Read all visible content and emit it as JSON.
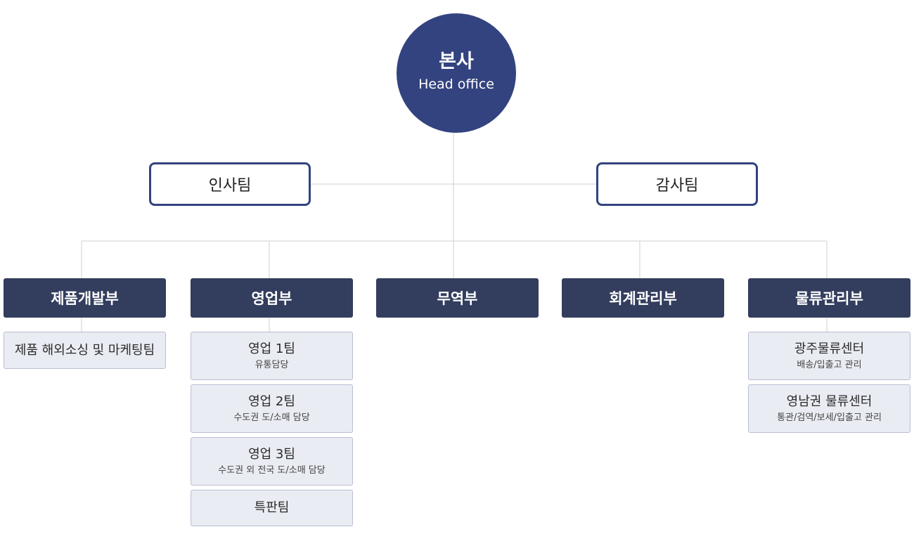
{
  "head": {
    "title": "본사",
    "subtitle": "Head office"
  },
  "staff": [
    {
      "label": "인사팀"
    },
    {
      "label": "감사팀"
    }
  ],
  "departments": [
    {
      "label": "제품개발부",
      "teams": [
        {
          "name": "제품 해외소싱 및 마케팅팀",
          "desc": ""
        }
      ]
    },
    {
      "label": "영업부",
      "teams": [
        {
          "name": "영업 1팀",
          "desc": "유통담당"
        },
        {
          "name": "영업 2팀",
          "desc": "수도권 도/소매 담당"
        },
        {
          "name": "영업 3팀",
          "desc": "수도권 외 전국 도/소매 담당"
        },
        {
          "name": "특판팀",
          "desc": ""
        }
      ]
    },
    {
      "label": "무역부",
      "teams": []
    },
    {
      "label": "회계관리부",
      "teams": []
    },
    {
      "label": "물류관리부",
      "teams": [
        {
          "name": "광주물류센터",
          "desc": "배송/입출고 관리"
        },
        {
          "name": "영남권 물류센터",
          "desc": "통관/검역/보세/입출고 관리"
        }
      ]
    }
  ],
  "colors": {
    "head": "#33437f",
    "staff_border": "#33437f",
    "department": "#333e5e",
    "team_bg": "#eaecf3",
    "team_border": "#b9bfd3",
    "connector": "#cfcfcf"
  }
}
